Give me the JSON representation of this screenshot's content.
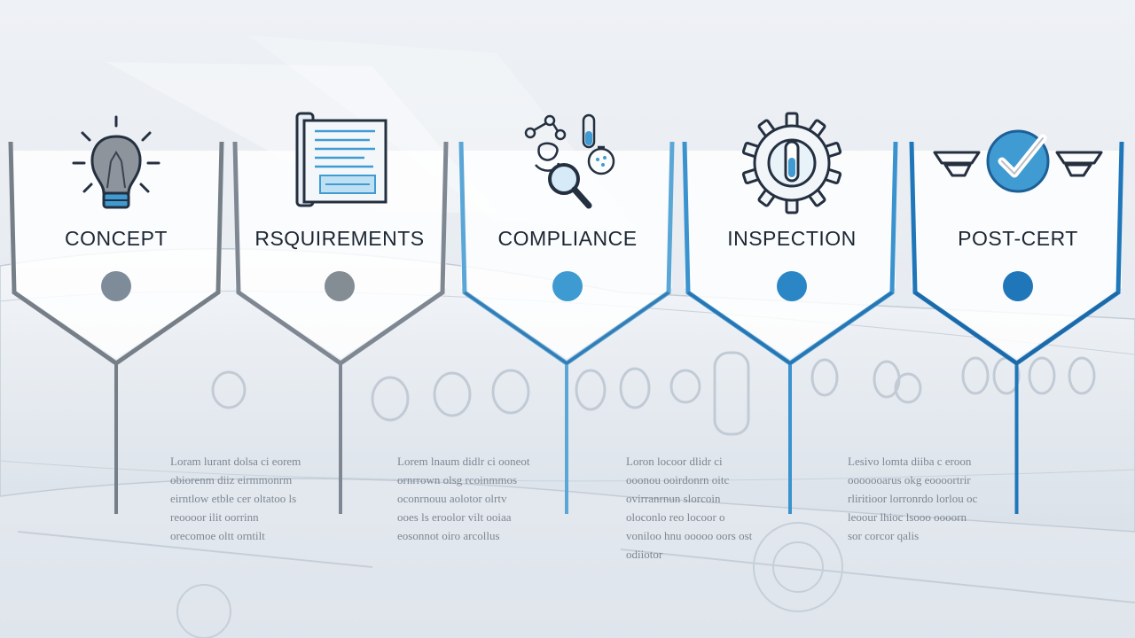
{
  "colors": {
    "gray": "#7b8793",
    "blue": "#3f9bd2",
    "dark_blue": "#1f6fae",
    "text": "#1d2733"
  },
  "stages": [
    {
      "title": "CONCEPT",
      "icon": "lightbulb-icon",
      "dot_color": "#7e8c99",
      "desc": "Loram lurant dolsa ci eorem obiorenm diiz eirmmonrm eirntlow etble cer oltatoo ls reoooor ilit oorrinn orecomoe oltt orntilt"
    },
    {
      "title": "RSQUIREMENTS",
      "icon": "blueprint-document-icon",
      "dot_color": "#848c94",
      "desc": "Lorem lnaum didlr ci ooneot ornrrown olsg rcoinmmos oconrnouu aolotor olrtv ooes ls eroolor vilt ooiaa eosonnot oiro arcollus"
    },
    {
      "title": "COMPLIANCE",
      "icon": "lab-magnifier-icon",
      "dot_color": "#3e9bd2",
      "desc": "Loron locoor dlidr ci ooonou ooirdonrn oitc ovirranrnun slorcoin oloconlo reo locoor o voniloo hnu ooooo oors ost odiiotor"
    },
    {
      "title": "INSPECTION",
      "icon": "gear-test-tube-icon",
      "dot_color": "#2b86c5",
      "desc": "Lesivo lomta diiba c eroon ooooooarus okg eoooortrir rliritioor lorronrdo lorlou oc leoour lhioc lsooo oooorn sor corcor qalis"
    },
    {
      "title": "POST-CERT",
      "icon": "winged-checkmark-icon",
      "dot_color": "#1f77b9",
      "desc": ""
    }
  ]
}
